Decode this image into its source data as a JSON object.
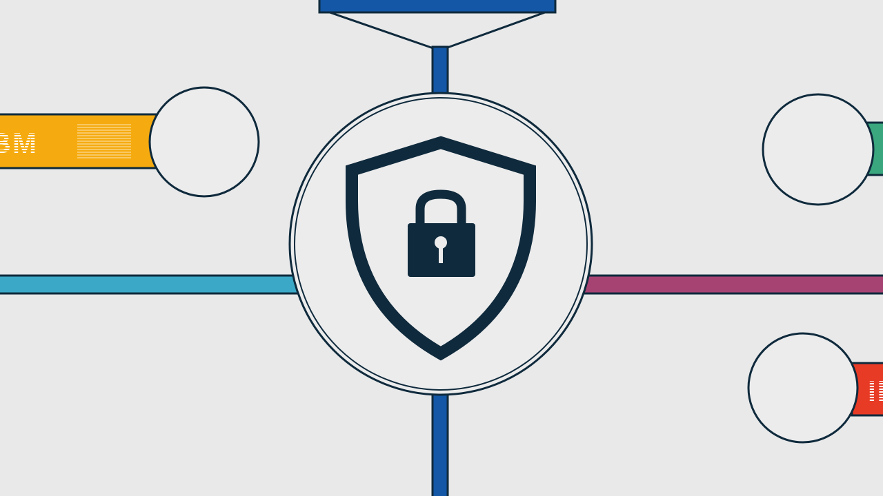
{
  "diagram": {
    "center": {
      "icon": "shield-lock-icon"
    },
    "nodes": [
      {
        "id": "top-connector",
        "color": "#1357a6"
      },
      {
        "id": "bottom-connector",
        "color": "#1357a6"
      },
      {
        "id": "orange-bar",
        "color": "#f5ab10",
        "logo_text": "IBM"
      },
      {
        "id": "teal-bar",
        "color": "#3aa8c6"
      },
      {
        "id": "magenta-bar",
        "color": "#a74373"
      },
      {
        "id": "green-bar",
        "color": "#3aa77e"
      },
      {
        "id": "red-bar",
        "color": "#e83b26",
        "logo_text": "IBM"
      }
    ],
    "colors": {
      "background": "#e9e9ea",
      "outline": "#0f2a3c",
      "circle_fill": "#ececed"
    }
  }
}
